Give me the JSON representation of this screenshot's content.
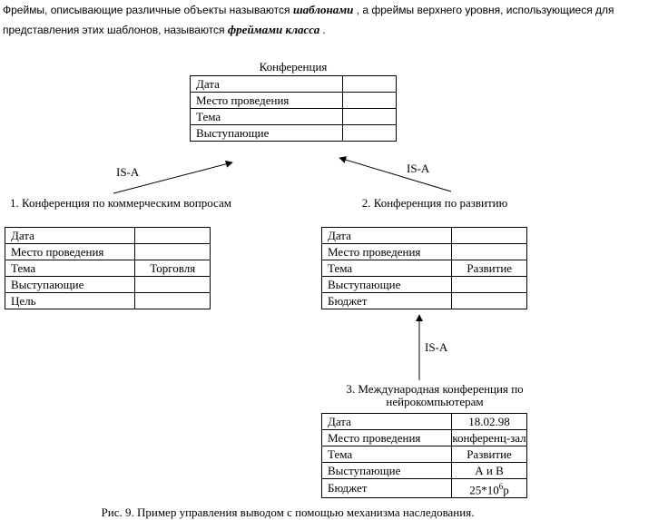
{
  "intro": {
    "part1": "Фреймы, описывающие различные объекты называются ",
    "em1": "шаблонами",
    "part2": " , а фреймы верхнего уровня, использующиеся для представления этих шаблонов, называются ",
    "em2": "фреймами класса",
    "part3": " ."
  },
  "frames": {
    "root": {
      "title": "Конференция",
      "rows": [
        "Дата",
        "Место проведения",
        "Тема",
        "Выступающие"
      ]
    },
    "f1": {
      "title": "1. Конференция по коммерческим вопросам",
      "rows": [
        "Дата",
        "Место проведения",
        "Тема",
        "Выступающие",
        "Цель"
      ],
      "values": [
        "",
        "",
        "Торговля",
        "",
        ""
      ]
    },
    "f2": {
      "title": "2. Конференция по развитию",
      "rows": [
        "Дата",
        "Место проведения",
        "Тема",
        "Выступающие",
        "Бюджет"
      ],
      "values": [
        "",
        "",
        "Развитие",
        "",
        ""
      ]
    },
    "f3": {
      "title": "3. Международная конференция по нейрокомпьютерам",
      "rows": [
        "Дата",
        "Место проведения",
        "Тема",
        "Выступающие",
        "Бюджет"
      ],
      "values": [
        "18.02.98",
        "конференц-зал",
        "Развитие",
        "А и В"
      ],
      "budget": {
        "base": "25*10",
        "exp": "6",
        "unit": "р"
      }
    }
  },
  "relations": {
    "left": "IS-A",
    "right": "IS-A",
    "vertical": "IS-A"
  },
  "caption": "Рис. 9. Пример управления выводом с помощью механизма наследования."
}
